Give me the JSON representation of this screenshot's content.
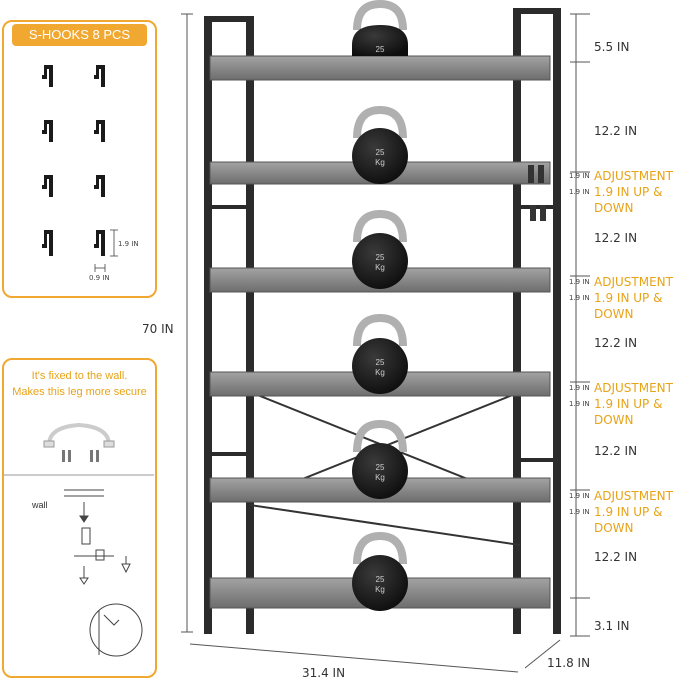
{
  "hooks_panel": {
    "title": "S-HOOKS 8 PCS",
    "height_label": "1.9 IN",
    "width_label": "0.9 IN"
  },
  "wall_panel": {
    "line1": "It's fixed to the wall.",
    "line2": "Makes this leg more secure",
    "wall_label": "wall"
  },
  "dimensions": {
    "total_height": "70 IN",
    "width": "31.4 IN",
    "depth": "11.8 IN",
    "top_gap": "5.5 IN",
    "shelf_gaps": [
      "12.2 IN",
      "12.2 IN",
      "12.2 IN",
      "12.2 IN",
      "12.2 IN"
    ],
    "bottom_gap": "3.1 IN"
  },
  "adjustments": [
    {
      "l1": "ADJUSTMENT",
      "l2": "1.9 IN UP &",
      "l3": "DOWN",
      "small": "1.9 IN"
    },
    {
      "l1": "ADJUSTMENT",
      "l2": "1.9 IN UP &",
      "l3": "DOWN",
      "small": "1.9 IN"
    },
    {
      "l1": "ADJUSTMENT",
      "l2": "1.9 IN UP &",
      "l3": "DOWN",
      "small": "1.9 IN"
    },
    {
      "l1": "ADJUSTMENT",
      "l2": "1.9 IN UP &",
      "l3": "DOWN",
      "small": "1.9 IN"
    }
  ],
  "kettlebell_label": {
    "weight": "25",
    "unit": "Kg"
  },
  "colors": {
    "accent": "#f0a830",
    "frame": "#2b2b2b",
    "wood": "#8a8a8a",
    "kettlebell": "#1b1b1b",
    "handle": "#b0b0b0"
  }
}
